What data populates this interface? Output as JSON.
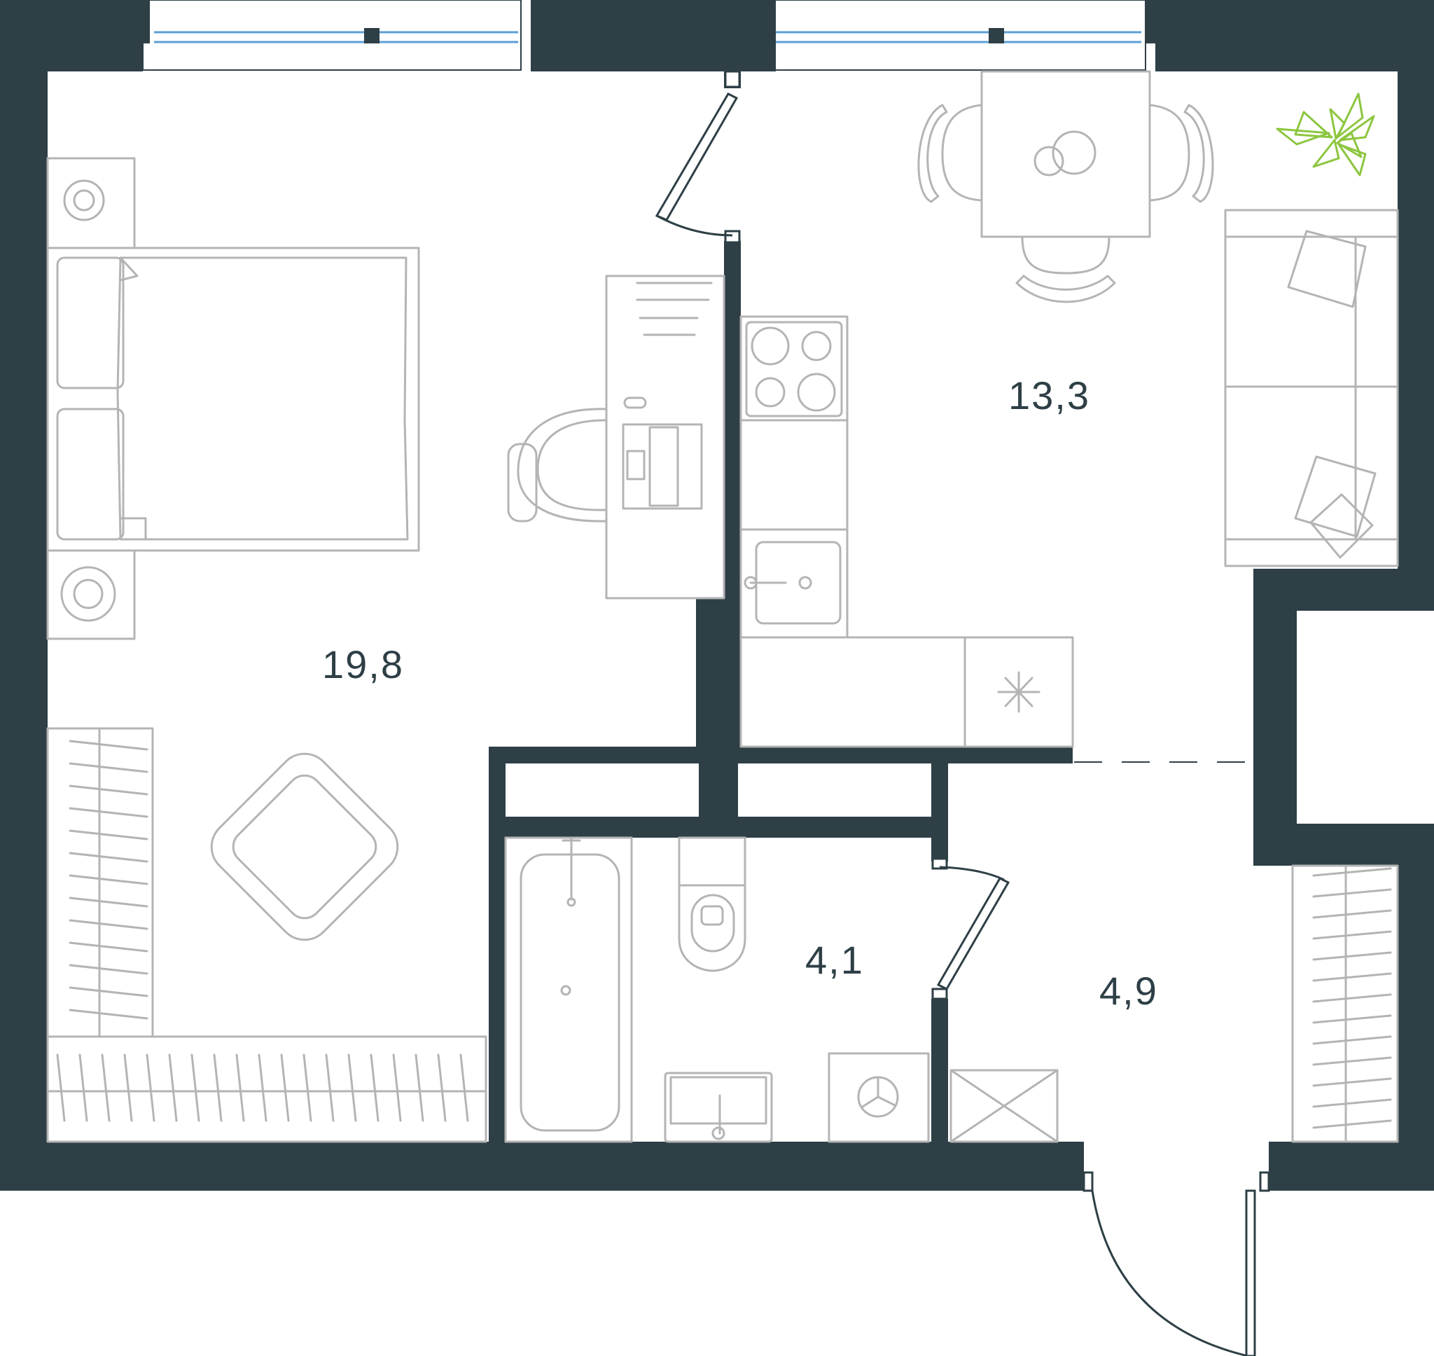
{
  "plan": {
    "colors": {
      "wall": "#2e3f46",
      "furniture": "#b4b4b4",
      "window_glass": "#5b9fd6",
      "plant": "#8cc63f",
      "background": "#ffffff"
    },
    "rooms": [
      {
        "id": "bedroom",
        "area": "19,8"
      },
      {
        "id": "kitchen-living",
        "area": "13,3"
      },
      {
        "id": "bathroom",
        "area": "4,1"
      },
      {
        "id": "hallway",
        "area": "4,9"
      }
    ]
  }
}
